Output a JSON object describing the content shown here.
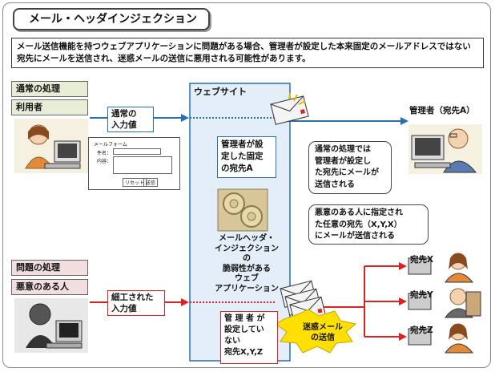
{
  "title": "メール・ヘッダインジェクション",
  "description": "メール送信機能を持つウェブアプリケーションに問題がある場合、管理者が設定した本来固定のメールアドレスではない宛先にメールを送信され、迷惑メールの送信に悪用される可能性があります。",
  "normal": {
    "header": "通常の処理",
    "user_label": "利用者",
    "input_label": "通常の\n入力値",
    "admin_label": "管理者（宛先A）",
    "fixed_dest": "管理者が設\n定した固定\nの宛先A",
    "note": "通常の処理では\n管理者が設定し\nた宛先にメールが\n送信される"
  },
  "website": {
    "title": "ウェブサイト",
    "vuln_label": "メールヘッダ・\nインジェクション\nの\n脆弱性がある\nウェブ\nアプリケーション"
  },
  "form": {
    "title": "メールフォーム",
    "name_label": "件名：",
    "body_label": "内容：",
    "reset_button": "リセット",
    "send_button": "送信"
  },
  "attack": {
    "header": "問題の処理",
    "attacker_label": "悪意のある人",
    "input_label": "細工された\n入力値",
    "note": "悪意のある人に指定され\nた任意の宛先（X,Y,X）\nにメールが送信される",
    "not_admin_dest": "管 理 者 が\n設定してい\nない\n宛先X,Y,Z",
    "spam_label": "迷惑メール\nの送信",
    "dest_x": "宛先X",
    "dest_y": "宛先Y",
    "dest_z": "宛先Z"
  },
  "colors": {
    "normal_arrow": "#2a6fb0",
    "attack_arrow": "#d22",
    "normal_header_bg": "#e8eed6",
    "attack_header_bg": "#f2dede",
    "spam_burst": "#ffe000"
  }
}
